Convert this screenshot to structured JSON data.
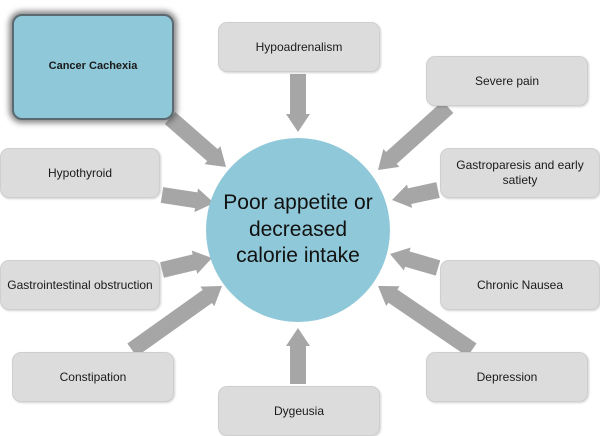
{
  "center": {
    "label": "Poor appetite or decreased calorie intake",
    "color": "#8fc8d8"
  },
  "factors": {
    "cancer_cachexia": "Cancer Cachexia",
    "hypoadrenalism": "Hypoadrenalism",
    "severe_pain": "Severe pain",
    "hypothyroid": "Hypothyroid",
    "gastroparesis": "Gastroparesis  and early satiety",
    "gi_obstruction": "Gastrointestinal obstruction",
    "chronic_nausea": "Chronic Nausea",
    "constipation": "Constipation",
    "depression": "Depression",
    "dygeusia": "Dygeusia"
  },
  "colors": {
    "box": "#dcdcdc",
    "highlight": "#8fc8d8",
    "arrow": "#a6a6a6"
  }
}
